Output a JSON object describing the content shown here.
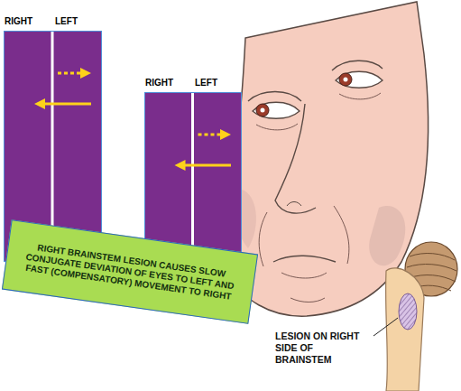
{
  "diagram": {
    "nodes": [
      {
        "text": [
          "RIGHT",
          "LEFT"
        ]
      },
      {
        "text": [
          "RIGHT",
          "LEFT"
        ]
      },
      {
        "text": [
          "RIGHT BRAINSTEM LESION CAUSES SLOW CONJUGATE DEVIATION OF EYES TO LEFT AND FAST (COMPENSATORY) MOVEMENT TO RIGHT"
        ]
      }
    ],
    "labels": [
      "LESION ON RIGHT SIDE OF BRAINSTEM"
    ]
  }
}
